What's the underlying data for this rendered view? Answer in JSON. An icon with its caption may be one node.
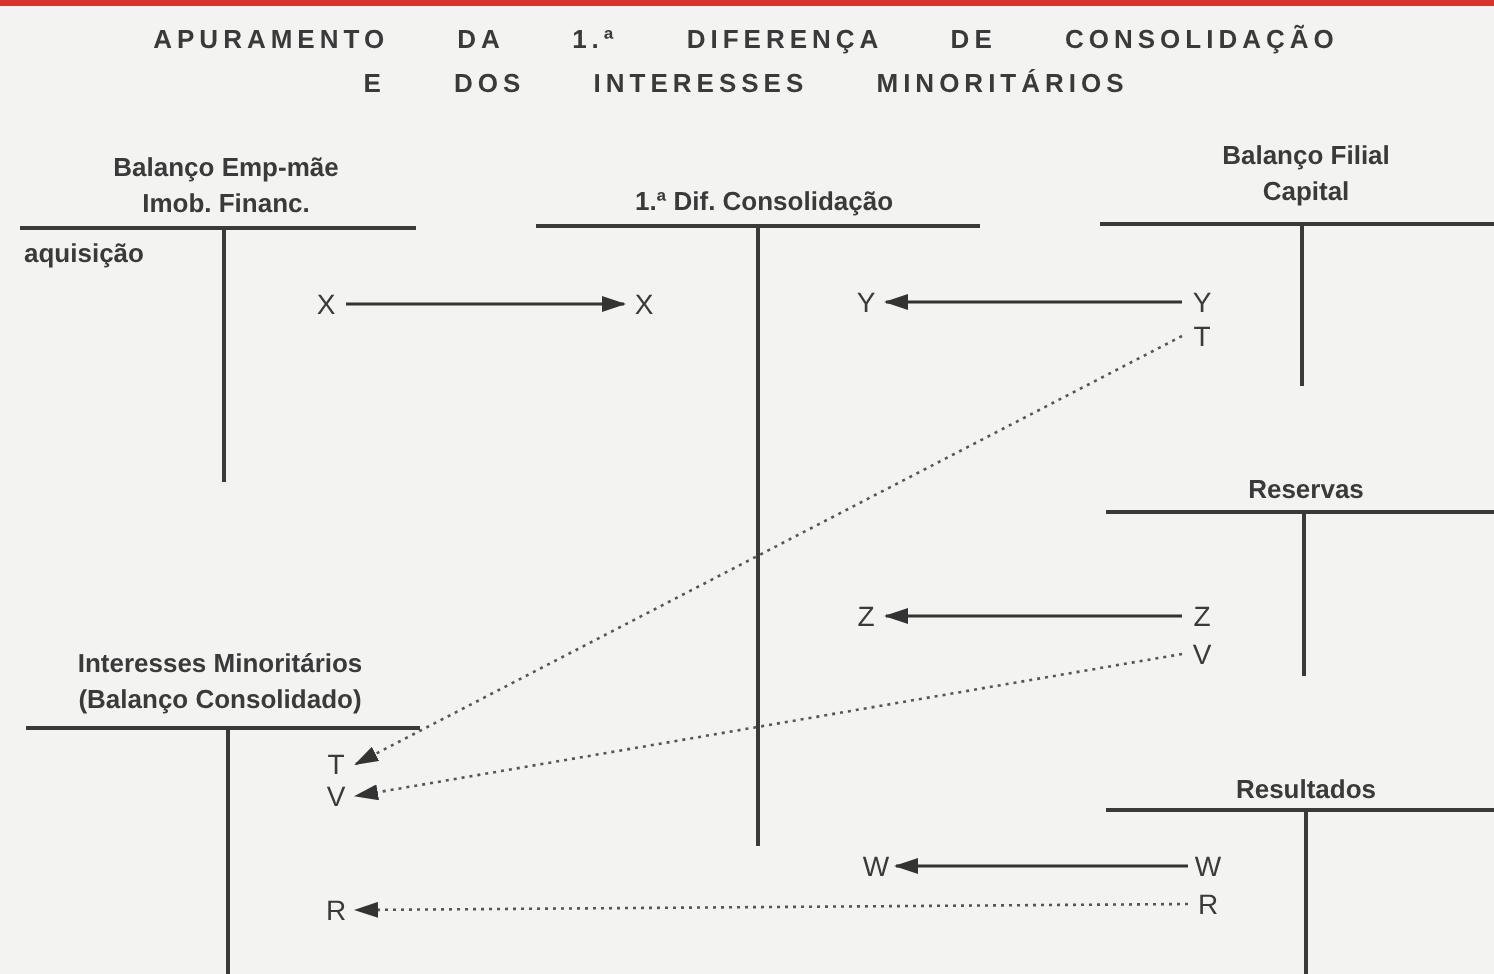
{
  "diagram": {
    "title": "APURAMENTO DA 1.ª DIFERENÇA DE CONSOLIDAÇÃO E DOS INTERESSES MINORITÁRIOS",
    "nodes": [
      {
        "text": [
          "Balanço Emp-mãe Imob. Financ."
        ]
      },
      {
        "text": [
          "X"
        ],
        "in": 0
      },
      {
        "text": [
          "1.ª Dif. Consolidação"
        ]
      },
      {
        "text": [
          "X"
        ],
        "in": 2
      },
      {
        "text": [
          "Y"
        ],
        "in": 2
      },
      {
        "text": [
          "Z"
        ],
        "in": 2
      },
      {
        "text": [
          "W"
        ]
      },
      {
        "text": [
          "Balanço Filial Capital"
        ]
      },
      {
        "text": [
          "Y"
        ],
        "in": 7
      },
      {
        "text": [
          "T"
        ],
        "in": 7
      },
      {
        "text": [
          "Reservas"
        ]
      },
      {
        "text": [
          "Z"
        ],
        "in": 10
      },
      {
        "text": [
          "V"
        ],
        "in": 10
      },
      {
        "text": [
          "Interesses Minoritários (Balanço Consolidado)"
        ]
      },
      {
        "text": [
          "T"
        ],
        "in": 13
      },
      {
        "text": [
          "V"
        ],
        "in": 13
      },
      {
        "text": [
          "R"
        ],
        "in": 13
      },
      {
        "text": [
          "Resultados"
        ]
      },
      {
        "text": [
          "W"
        ],
        "in": 17
      },
      {
        "text": [
          "R"
        ],
        "in": 17
      }
    ],
    "edges": [
      {
        "from": 1,
        "to": 3,
        "arrow": "to"
      },
      {
        "from": 8,
        "to": 4,
        "arrow": "to"
      },
      {
        "from": 9,
        "to": 14,
        "arrow": "to",
        "style": "dashed"
      },
      {
        "from": 11,
        "to": 5,
        "arrow": "to"
      },
      {
        "from": 12,
        "to": 15,
        "arrow": "to",
        "style": "dashed"
      },
      {
        "from": 18,
        "to": 6,
        "arrow": "to"
      },
      {
        "from": 19,
        "to": 16,
        "arrow": "to",
        "style": "dashed"
      }
    ],
    "labels": [
      "aquisição"
    ]
  }
}
